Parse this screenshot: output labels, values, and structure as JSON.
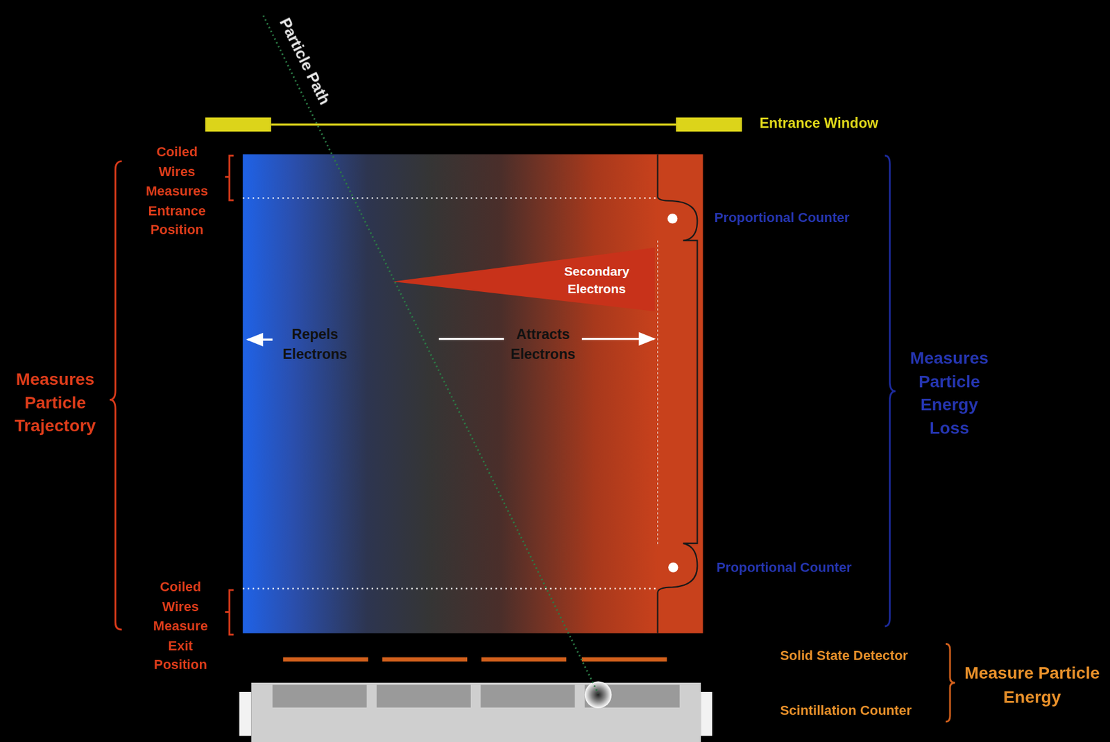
{
  "diagram": {
    "nodes": [
      {
        "text": [
          "Repels Electrons",
          "Attracts Electrons"
        ]
      },
      {
        "text": [
          "Secondary Electrons"
        ],
        "in": 0
      }
    ],
    "labels": [
      "Particle Path",
      "Entrance Window",
      "Coiled Wires Measures Entrance Position",
      "Measures Particle Trajectory",
      "Coiled Wires Measure Exit Position",
      "Proportional Counter",
      "Proportional Counter",
      "Measures Particle Energy Loss",
      "Solid State Detector",
      "Scintillation Counter",
      "Measure Particle Energy"
    ]
  }
}
